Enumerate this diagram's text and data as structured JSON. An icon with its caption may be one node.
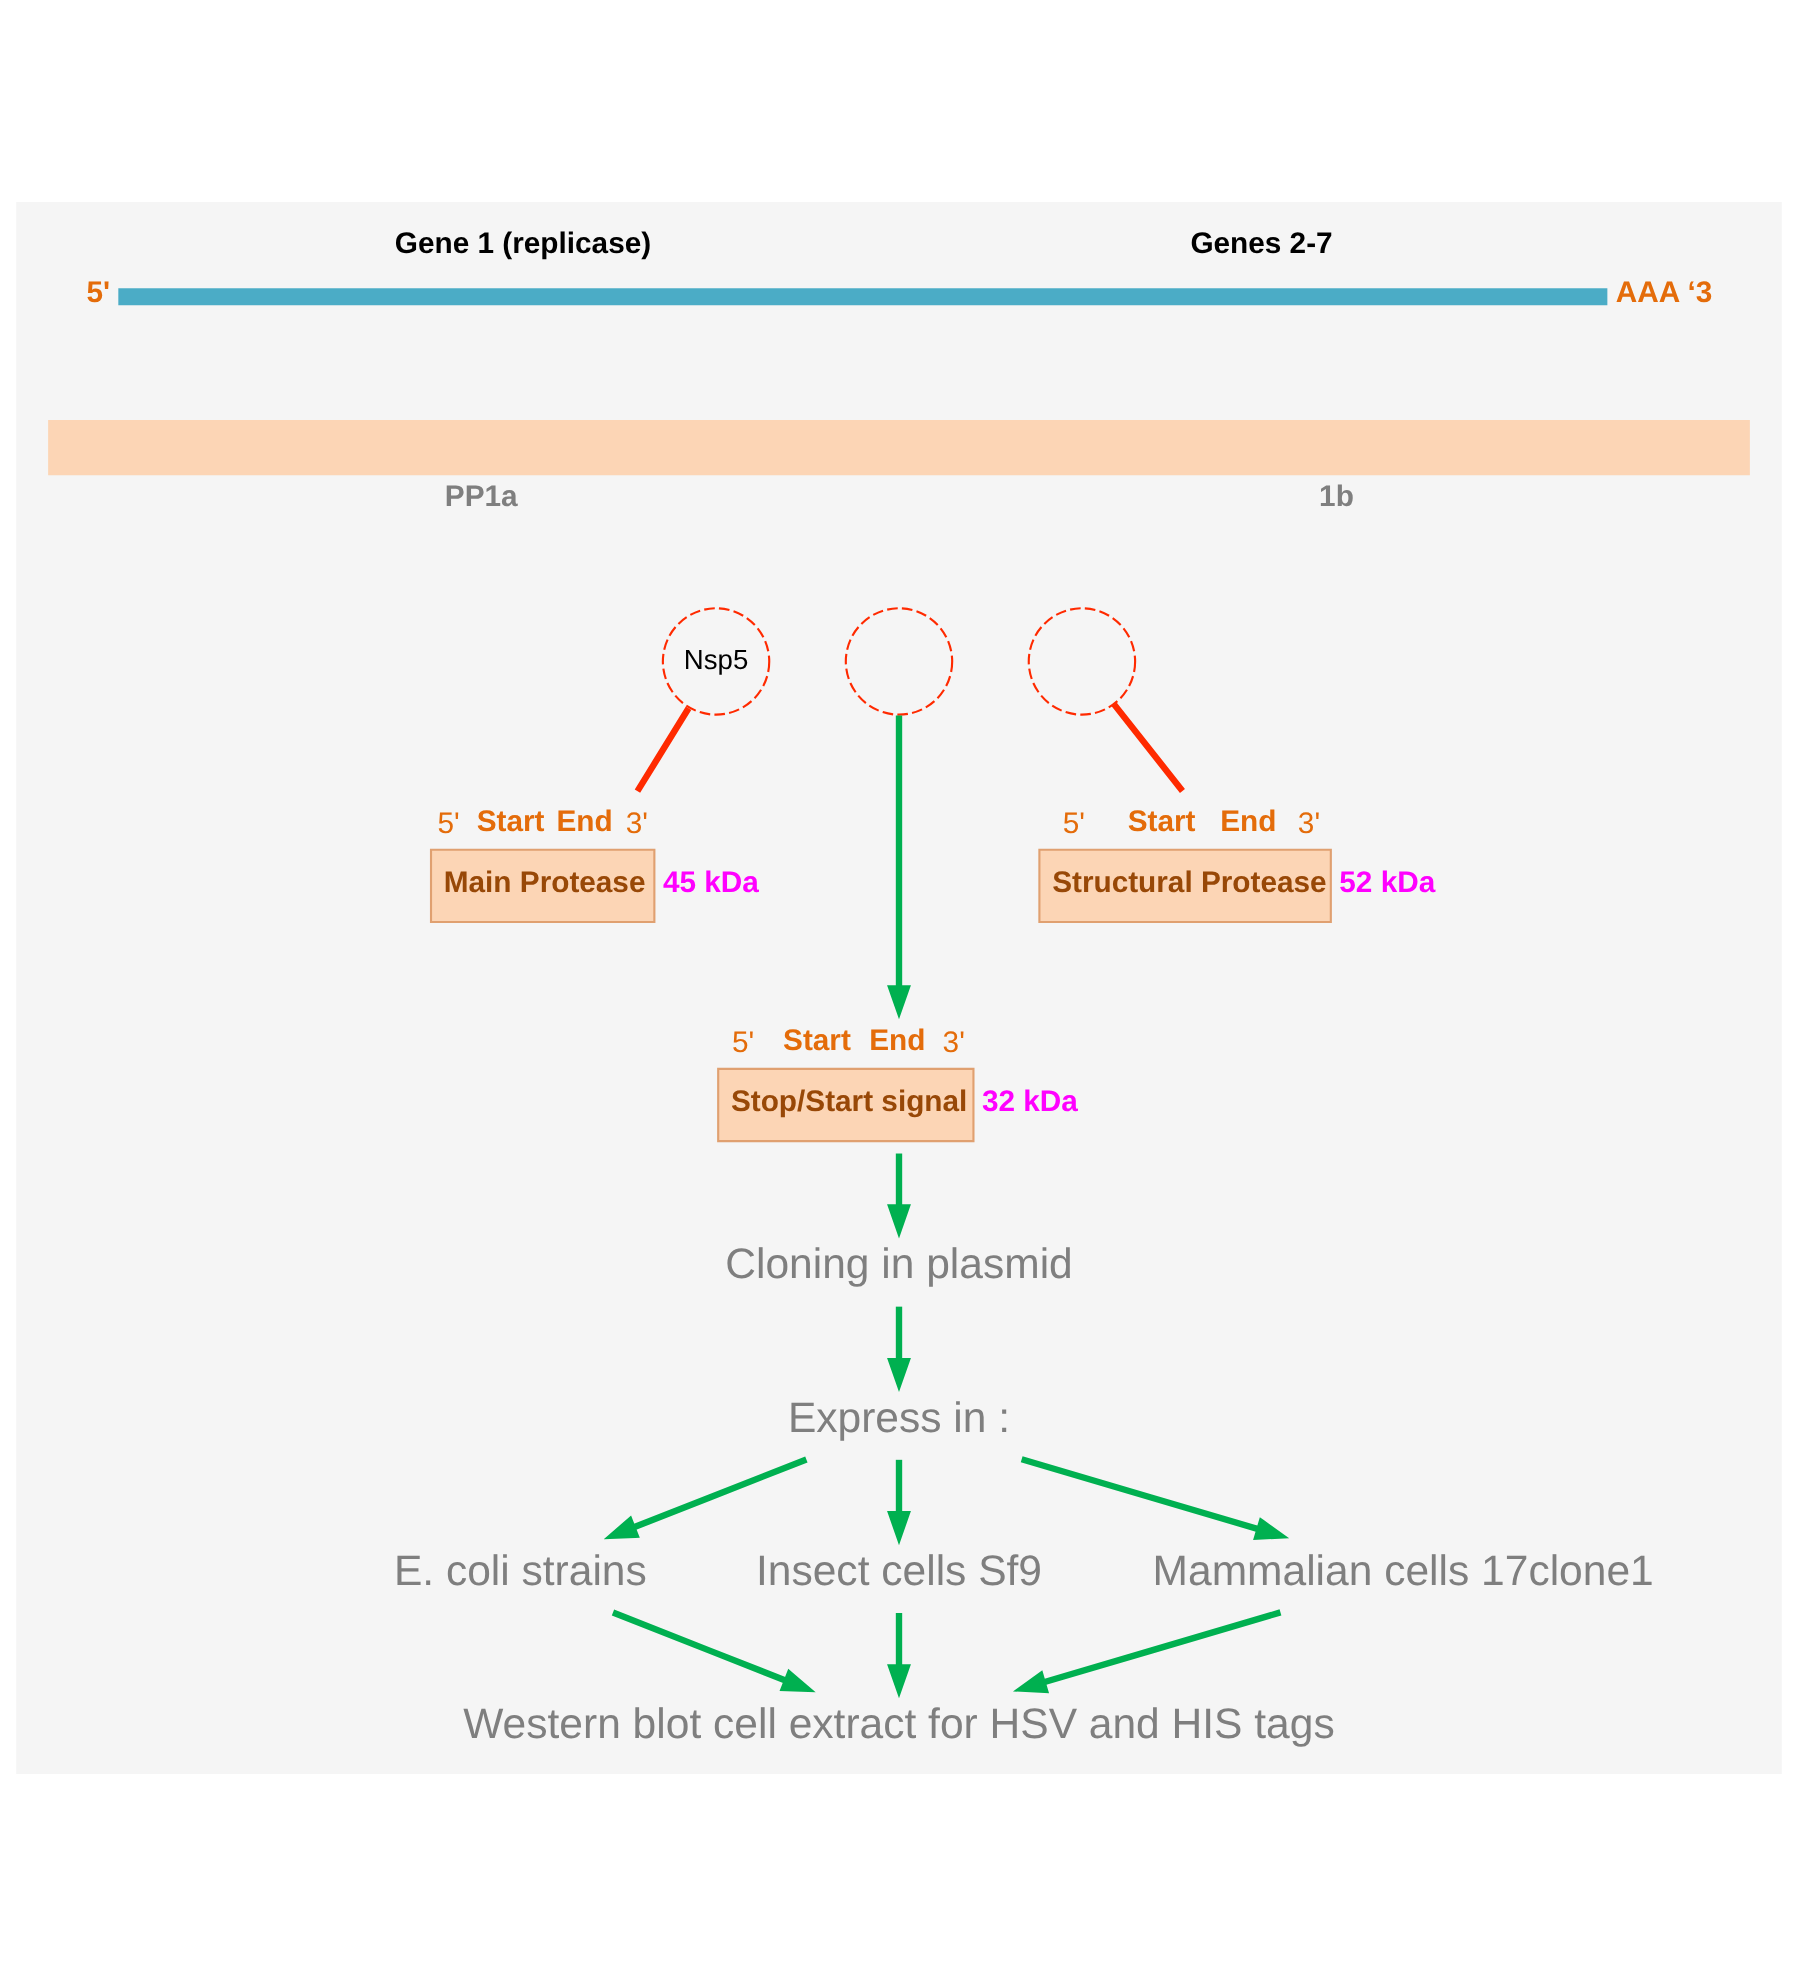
{
  "diagram": {
    "nodes": [
      {
        "text": [
          "Gene 1 (replicase)",
          "Genes 2-7"
        ],
        "beside": [
          "5'",
          "AAA ‘3"
        ]
      },
      {
        "text": [],
        "shape": "bar",
        "beside": [
          "PP1a",
          "1b"
        ]
      },
      {
        "text": [
          "Nsp5"
        ]
      },
      {
        "text": [],
        "shape": "circle"
      },
      {
        "text": [],
        "shape": "circle"
      },
      {
        "text": [
          "Main Protease"
        ],
        "beside": [
          "5'",
          "Start",
          "End",
          "3'",
          "45 kDa"
        ]
      },
      {
        "text": [
          "Structural Protease"
        ],
        "beside": [
          "5'",
          "Start",
          "End",
          "3'",
          "52 kDa"
        ]
      },
      {
        "text": [
          "Stop/Start signal"
        ],
        "beside": [
          "5'",
          "Start",
          "End",
          "3'",
          "32 kDa"
        ]
      },
      {
        "text": [
          "Cloning in plasmid"
        ]
      },
      {
        "text": [
          "Express in :"
        ]
      },
      {
        "text": [
          "E. coli strains"
        ]
      },
      {
        "text": [
          "Insect cells Sf9"
        ]
      },
      {
        "text": [
          "Mammalian cells 17clone1"
        ]
      },
      {
        "text": [
          "Western blot cell extract for HSV and HIS tags"
        ]
      }
    ],
    "edges": [
      {
        "from": 2,
        "to": 5,
        "arrow": "none",
        "color": "#ff2a00"
      },
      {
        "from": 4,
        "to": 6,
        "arrow": "none",
        "color": "#ff2a00"
      },
      {
        "from": 3,
        "to": 7,
        "arrow": "to"
      },
      {
        "from": 7,
        "to": 8,
        "arrow": "to"
      },
      {
        "from": 8,
        "to": 9,
        "arrow": "to"
      },
      {
        "from": 9,
        "to": 10,
        "arrow": "to"
      },
      {
        "from": 9,
        "to": 11,
        "arrow": "to"
      },
      {
        "from": 9,
        "to": 12,
        "arrow": "to"
      },
      {
        "from": 10,
        "to": 13,
        "arrow": "to"
      },
      {
        "from": 11,
        "to": 13,
        "arrow": "to"
      },
      {
        "from": 12,
        "to": 13,
        "arrow": "to"
      }
    ]
  }
}
